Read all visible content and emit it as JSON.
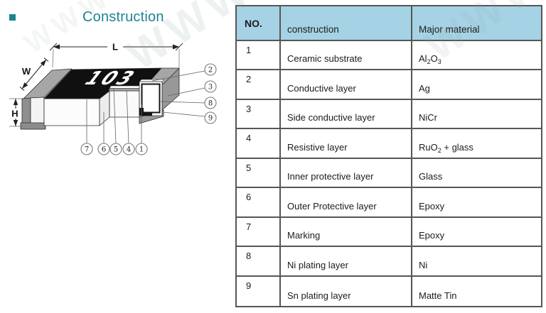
{
  "title": {
    "text": "Construction"
  },
  "watermark": {
    "text": "WWW"
  },
  "diagram": {
    "marking": "103",
    "dims": {
      "length": "L",
      "width": "W",
      "height": "H"
    },
    "callouts": {
      "c1": "1",
      "c2": "2",
      "c3": "3",
      "c4": "4",
      "c5": "5",
      "c6": "6",
      "c7": "7",
      "c8": "8",
      "c9": "9"
    }
  },
  "table": {
    "headers": {
      "no": "NO.",
      "construction": "construction",
      "material": "Major material"
    },
    "rows": [
      {
        "no": "1",
        "construction": "Ceramic substrate",
        "material": [
          {
            "t": "Al"
          },
          {
            "t": "2",
            "sub": true
          },
          {
            "t": "O"
          },
          {
            "t": "3",
            "sub": true
          }
        ]
      },
      {
        "no": "2",
        "construction": "Conductive layer",
        "material": [
          {
            "t": "Ag"
          }
        ]
      },
      {
        "no": "3",
        "construction": "Side conductive layer",
        "material": [
          {
            "t": "NiCr"
          }
        ]
      },
      {
        "no": "4",
        "construction": "Resistive layer",
        "material": [
          {
            "t": "RuO"
          },
          {
            "t": "2",
            "sub": true
          },
          {
            "t": " + glass"
          }
        ]
      },
      {
        "no": "5",
        "construction": "Inner protective layer",
        "material": [
          {
            "t": "Glass"
          }
        ]
      },
      {
        "no": "6",
        "construction": "Outer Protective layer",
        "material": [
          {
            "t": "Epoxy"
          }
        ]
      },
      {
        "no": "7",
        "construction": "Marking",
        "material": [
          {
            "t": "Epoxy"
          }
        ]
      },
      {
        "no": "8",
        "construction": "Ni plating layer",
        "material": [
          {
            "t": "Ni"
          }
        ]
      },
      {
        "no": "9",
        "construction": "Sn plating layer",
        "material": [
          {
            "t": "Matte Tin"
          }
        ]
      }
    ]
  },
  "colors": {
    "accent_teal": "#1d8494",
    "header_blue": "#a5d2e5",
    "table_border": "#565656",
    "chip_body": "#ffffff",
    "chip_cap": "#a0a0a0",
    "chip_marking": "#101010"
  }
}
